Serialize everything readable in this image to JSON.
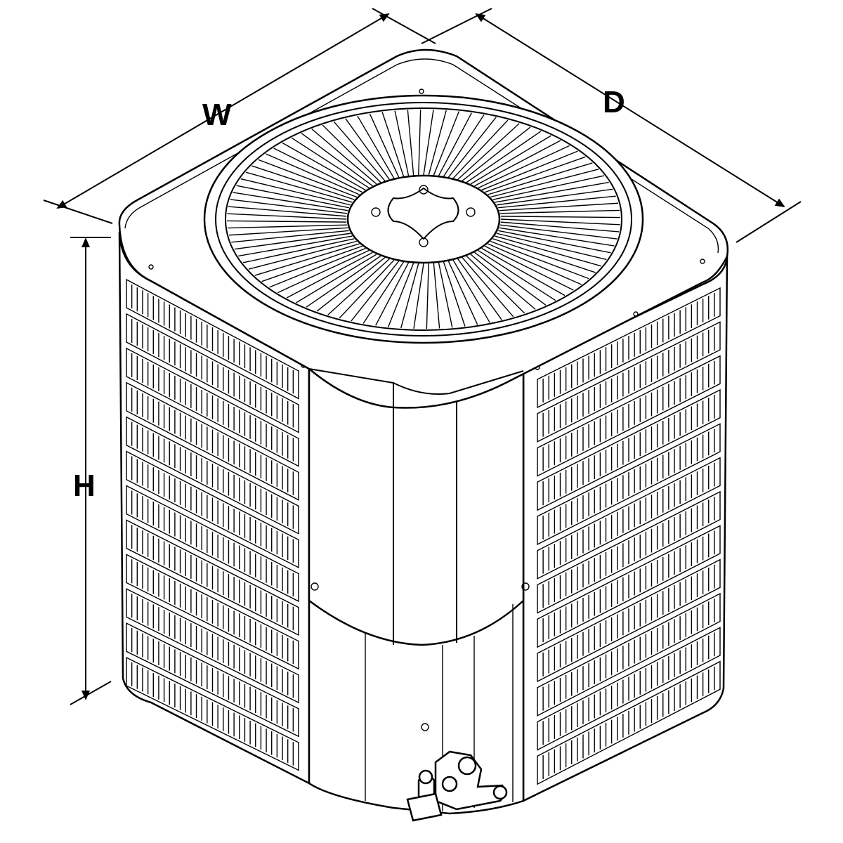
{
  "dimensions": {
    "width_label": "W",
    "depth_label": "D",
    "height_label": "H"
  },
  "louver_rows": 12
}
